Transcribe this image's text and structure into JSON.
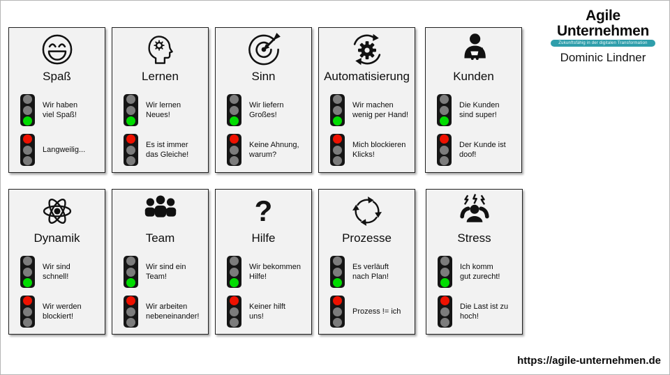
{
  "brand": {
    "logo_title": "Agile Unternehmen",
    "logo_tagline": "Zukunftsfähig in der digitalen Transformation",
    "author": "Dominic Lindner",
    "website_url": "https://agile-unternehmen.de"
  },
  "colors": {
    "green_on": "#00dc00",
    "red_on": "#ee1100",
    "lamp_off": "#7c7c7c",
    "teal_accent": "#2f9eab",
    "card_bg": "#f2f2f2"
  },
  "cards": [
    {
      "title": "Spaß",
      "icon": "laughing-face-icon",
      "green_text": "Wir haben\nviel Spaß!",
      "red_text": "Langweilig..."
    },
    {
      "title": "Lernen",
      "icon": "head-gear-icon",
      "green_text": "Wir lernen\nNeues!",
      "red_text": "Es ist immer\ndas Gleiche!"
    },
    {
      "title": "Sinn",
      "icon": "target-dart-icon",
      "green_text": "Wir liefern\nGroßes!",
      "red_text": "Keine Ahnung,\nwarum?"
    },
    {
      "title": "Automatisierung",
      "icon": "automation-gear-arrows-icon",
      "green_text": "Wir machen\nwenig per Hand!",
      "red_text": "Mich blockieren\nKlicks!"
    },
    {
      "title": "Kunden",
      "icon": "customer-cart-icon",
      "green_text": "Die Kunden\nsind super!",
      "red_text": "Der Kunde ist\ndoof!"
    },
    {
      "title": "Dynamik",
      "icon": "atom-icon",
      "green_text": "Wir sind\nschnell!",
      "red_text": "Wir werden\nblockiert!"
    },
    {
      "title": "Team",
      "icon": "team-people-icon",
      "green_text": "Wir sind ein\nTeam!",
      "red_text": "Wir arbeiten\nnebeneinander!"
    },
    {
      "title": "Hilfe",
      "icon": "question-mark-icon",
      "icon_glyph": "?",
      "green_text": "Wir bekommen\nHilfe!",
      "red_text": "Keiner hilft\nuns!"
    },
    {
      "title": "Prozesse",
      "icon": "cycle-arrows-icon",
      "green_text": "Es verläuft\nnach Plan!",
      "red_text": "Prozess != ich"
    },
    {
      "title": "Stress",
      "icon": "stressed-person-icon",
      "green_text": "Ich komm\ngut zurecht!",
      "red_text": "Die Last ist zu\nhoch!"
    }
  ]
}
